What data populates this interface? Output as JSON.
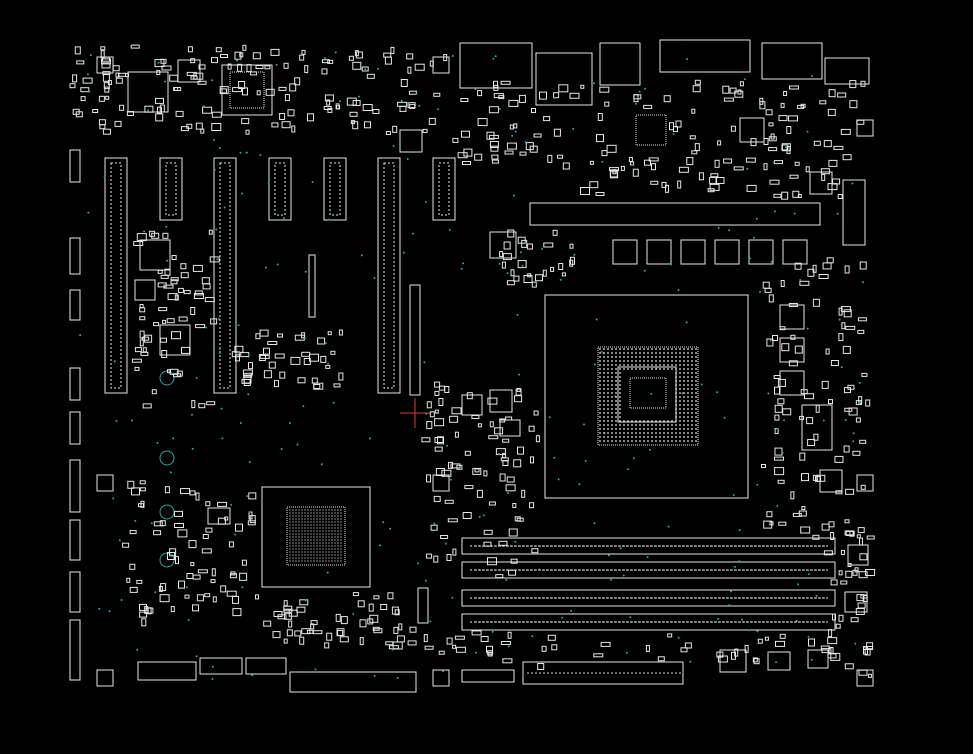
{
  "diagram": {
    "kind": "pcb-boardview",
    "colors": {
      "background": "#000000",
      "outline": "#e6e6e6",
      "via": "#1fa6b5",
      "marker": "#d83a3a"
    },
    "sections": [
      "expansion-slots",
      "cpu-socket",
      "memory-slots",
      "chipset",
      "rear-io",
      "vrm-inductors",
      "mounting-holes",
      "power-connectors",
      "jumper-headers"
    ]
  }
}
